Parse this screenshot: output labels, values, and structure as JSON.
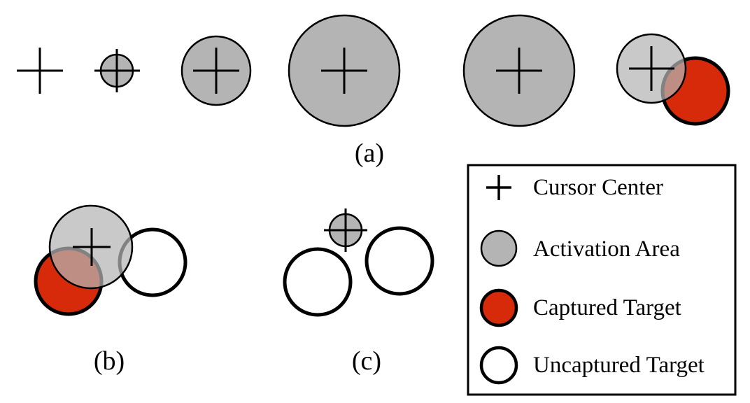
{
  "captions": {
    "a": "(a)",
    "b": "(b)",
    "c": "(c)"
  },
  "legend": {
    "cursor_center": "Cursor Center",
    "activation_area": "Activation Area",
    "captured_target": "Captured Target",
    "uncaptured_target": "Uncaptured Target"
  },
  "colors": {
    "activation_fill": "#b4b4b4",
    "captured_fill": "#d62a0a",
    "uncaptured_fill": "#ffffff",
    "stroke": "#000000"
  }
}
